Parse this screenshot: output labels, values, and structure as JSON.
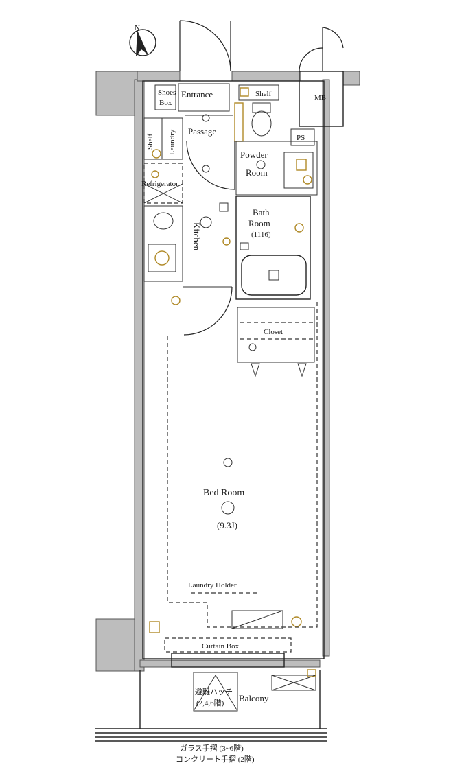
{
  "labels": {
    "shoes_box_1": "Shoes",
    "shoes_box_2": "Box",
    "entrance": "Entrance",
    "shelf_top": "Shelf",
    "mb": "MB",
    "shelf_side": "Shelf",
    "laundry": "Laundry",
    "passage": "Passage",
    "ps": "PS",
    "powder_room_1": "Powder",
    "powder_room_2": "Room",
    "refrigerator": "Refrigerator",
    "kitchen": "Kitchen",
    "bath_room_1": "Bath",
    "bath_room_2": "Room",
    "bath_room_3": "(1116)",
    "closet": "Closet",
    "bed_room": "Bed Room",
    "bed_room_area": "(9.3J)",
    "laundry_holder": "Laundry Holder",
    "curtain_box": "Curtain Box",
    "balcony": "Balcony",
    "hatch_1": "避難ハッチ",
    "hatch_2": "(2,4,6階)",
    "note_1": "ガラス手摺 (3~6階)",
    "note_2": "コンクリート手摺 (2階)"
  },
  "icons": [
    "compass-north-arrow",
    "light-fixture",
    "outlet",
    "sink",
    "toilet",
    "bathtub",
    "washing-machine-pan"
  ]
}
